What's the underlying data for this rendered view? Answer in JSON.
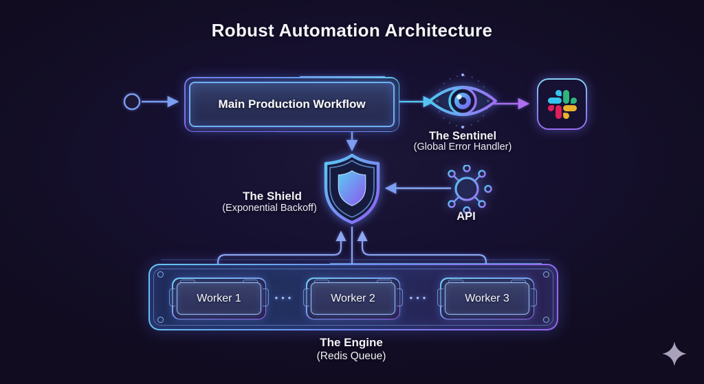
{
  "title": "Robust Automation Architecture",
  "workflow": {
    "label": "Main Production Workflow"
  },
  "sentinel": {
    "title": "The Sentinel",
    "subtitle": "(Global Error Handler)"
  },
  "shield": {
    "title": "The Shield",
    "subtitle": "(Exponential Backoff)"
  },
  "api": {
    "label": "API"
  },
  "engine": {
    "title": "The Engine",
    "subtitle": "(Redis Queue)",
    "workers": [
      "Worker 1",
      "Worker 2",
      "Worker 3"
    ],
    "dots": "•••"
  },
  "icons": {
    "start": "circle-start-node-icon",
    "sentinel": "eye-icon",
    "notification_target": "slack-icon",
    "shield": "shield-icon",
    "api": "hub-spoke-icon",
    "watermark": "sparkle-icon"
  },
  "colors": {
    "background": "#140F26",
    "accent_cyan": "#56C8F0",
    "accent_purple": "#9A63F0",
    "connector_blue": "#7D9EF0",
    "arrow_magenta": "#B06DF2",
    "slack_blue": "#36C5F0",
    "slack_green": "#2EB67D",
    "slack_red": "#E01E5A",
    "slack_yellow": "#ECB22C"
  }
}
